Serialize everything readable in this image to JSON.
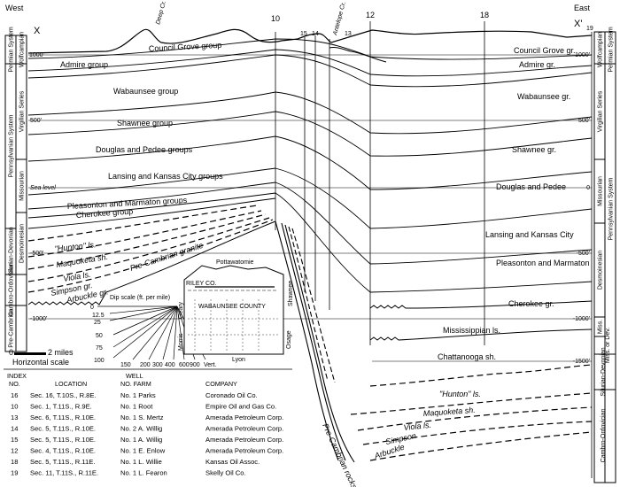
{
  "direction": {
    "west": "West",
    "east": "East"
  },
  "section_ends": {
    "left": "X",
    "right": "X'"
  },
  "streams": [
    "Deep Cr.",
    "Antelope Cr."
  ],
  "well_numbers": [
    "10",
    "15",
    "14",
    "13",
    "12",
    "18",
    "19"
  ],
  "datums": {
    "left": [
      "1000'",
      "500'",
      "Sea level",
      "-500'",
      "-1000'"
    ],
    "right": [
      "1000'",
      "500'",
      "0",
      "-500'",
      "-1000'",
      "-1500'"
    ]
  },
  "left_column": {
    "systems": [
      "Permian System",
      "Pennsylvanian System",
      "Silurian-Devonian",
      "Cambro-Ordovician",
      "Pre-Cambrian"
    ],
    "series": [
      "Wolfcampian",
      "Virgilian Series",
      "Missourian",
      "Desmoinesian"
    ]
  },
  "right_column": {
    "series": [
      "Wolfcampian",
      "Virgilian Series",
      "Missourian",
      "Desmoinesian",
      "Miss.",
      "Miss. or Dev.",
      "Silurian-Devonian",
      "Cambro-Ordovician"
    ],
    "systems": [
      "Permian System",
      "Pennsylvanian System"
    ]
  },
  "units_west": [
    "Council Grove group",
    "Admire group",
    "Wabaunsee group",
    "Shawnee group",
    "Douglas and Pedee groups",
    "Lansing and Kansas City groups",
    "Pleasonton and Marmaton groups",
    "Cherokee group",
    "\"Hunton\" ls.",
    "Maquoketa sh.",
    "Viola ls.",
    "Simpson gr.",
    "Arbuckle gr.",
    "Pre-Cambrian granite"
  ],
  "units_east": [
    "Council Grove gr.",
    "Admire gr.",
    "Wabaunsee gr.",
    "Shawnee gr.",
    "Douglas and Pedee",
    "Lansing and Kansas City",
    "Pleasonton and Marmaton",
    "Cherokee gr.",
    "Mississippian ls.",
    "Chattanooga sh.",
    "\"Hunton\" ls.",
    "Maquoketa sh.",
    "Viola ls.",
    "Simpson",
    "Arbuckle",
    "Pre-Cambrian rocks"
  ],
  "dip_scale": {
    "title": "Dip scale (ft. per mile)",
    "values": [
      "0",
      "12.5",
      "25",
      "50",
      "75",
      "100",
      "150",
      "200",
      "300",
      "400",
      "600",
      "900"
    ],
    "vert": "Vert."
  },
  "horizontal_scale": {
    "label": "Horizontal scale",
    "zero": "0",
    "end": "2 miles"
  },
  "map": {
    "county": "WABAUNSEE COUNTY",
    "neighbors": [
      "Pottawatomie",
      "RILEY CO.",
      "Geary",
      "Shawnee",
      "Morris",
      "Osage",
      "Lyon"
    ]
  },
  "table": {
    "headers": {
      "index": [
        "INDEX",
        "NO."
      ],
      "location": "LOCATION",
      "well": [
        "WELL",
        "NO. FARM"
      ],
      "company": "COMPANY"
    },
    "rows": [
      [
        "16",
        "Sec. 16, T.10S., R.8E.",
        "No. 1 Parks",
        "Coronado Oil Co."
      ],
      [
        "10",
        "Sec. 1, T.11S., R.9E.",
        "No. 1 Root",
        "Empire Oil and Gas Co."
      ],
      [
        "13",
        "Sec. 6, T.11S., R.10E.",
        "No. 1 S. Mertz",
        "Amerada Petroleum Corp."
      ],
      [
        "14",
        "Sec. 5, T.11S., R.10E.",
        "No. 2 A. Willig",
        "Amerada Petroleum Corp."
      ],
      [
        "15",
        "Sec. 5, T.11S., R.10E.",
        "No. 1 A. Willig",
        "Amerada Petroleum Corp."
      ],
      [
        "12",
        "Sec. 4, T.11S., R.10E.",
        "No. 1 E. Enlow",
        "Amerada Petroleum Corp."
      ],
      [
        "18",
        "Sec. 5, T.11S., R.11E.",
        "No. 1 L. Willie",
        "Kansas Oil Assoc."
      ],
      [
        "19",
        "Sec. 11, T.11S., R.11E.",
        "No. 1 L. Fearon",
        "Skelly Oil Co."
      ]
    ]
  }
}
